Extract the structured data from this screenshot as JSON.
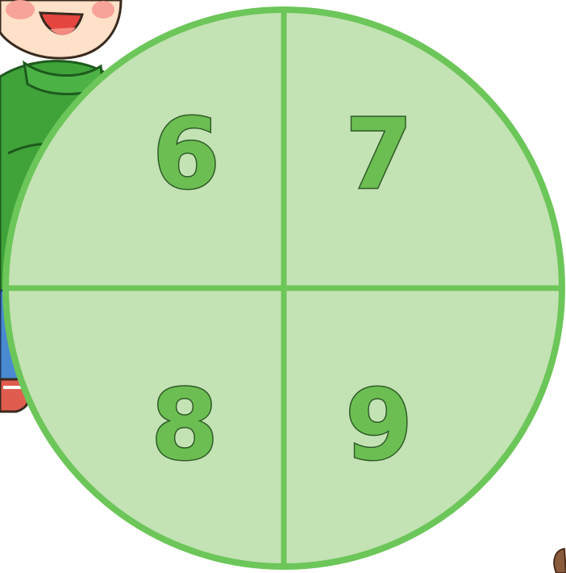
{
  "spinner": {
    "sections": [
      {
        "label": "6"
      },
      {
        "label": "7"
      },
      {
        "label": "8"
      },
      {
        "label": "9"
      }
    ]
  },
  "colors": {
    "circle_fill": "#c3e3b4",
    "circle_stroke": "#6cc659",
    "number_fill": "#6cbe52",
    "number_outline": "#2f5b28",
    "shirt_green": "#3fa33a",
    "skin": "#ffe0c8"
  },
  "illustration": {
    "character": "boy-in-green-shirt",
    "partial_object": "brown-item-corner"
  }
}
